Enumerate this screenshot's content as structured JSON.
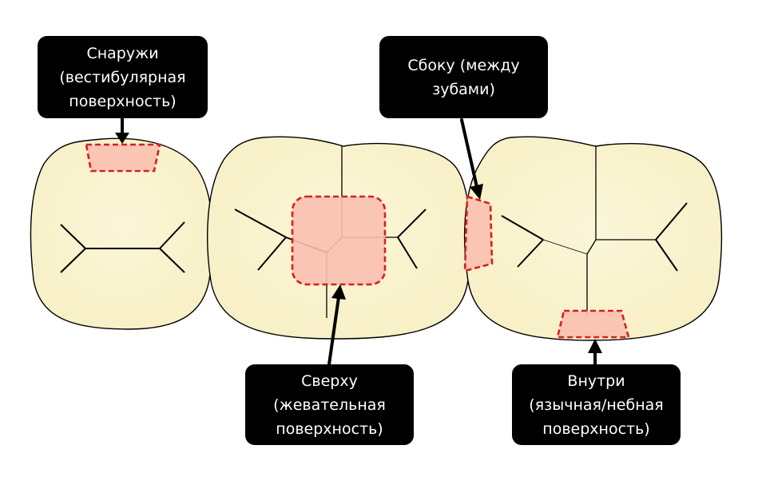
{
  "labels": {
    "outside": {
      "line1": "Снаружи",
      "line2": "(вестибулярная",
      "line3": "поверхность)"
    },
    "side": {
      "line1": "Сбоку (между",
      "line2": "зубами)"
    },
    "top": {
      "line1": "Сверху",
      "line2": "(жевательная",
      "line3": "поверхность)"
    },
    "inside": {
      "line1": "Внутри",
      "line2": "(язычная/небная",
      "line3": "поверхность)"
    }
  },
  "colors": {
    "tooth_fill": "#fbf6d8",
    "tooth_outline": "#000000",
    "highlight_fill": "#f9c0b0",
    "highlight_border": "#d42020",
    "label_background": "#000000",
    "label_text": "#ffffff"
  }
}
